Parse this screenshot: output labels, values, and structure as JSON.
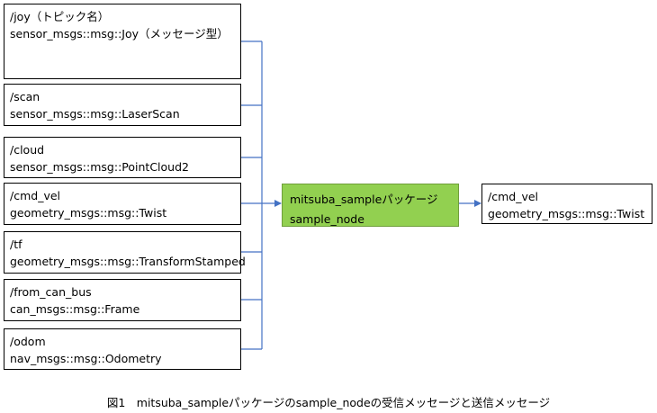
{
  "inputs": [
    {
      "topic": "/joy（トピック名）",
      "type": "sensor_msgs::msg::Joy（メッセージ型）"
    },
    {
      "topic": "/scan",
      "type": "sensor_msgs::msg::LaserScan"
    },
    {
      "topic": "/cloud",
      "type": "sensor_msgs::msg::PointCloud2"
    },
    {
      "topic": "/cmd_vel",
      "type": "geometry_msgs::msg::Twist"
    },
    {
      "topic": "/tf",
      "type": "geometry_msgs::msg::TransformStamped"
    },
    {
      "topic": "/from_can_bus",
      "type": "can_msgs::msg::Frame"
    },
    {
      "topic": "/odom",
      "type": "nav_msgs::msg::Odometry"
    }
  ],
  "node": {
    "package": "mitsuba_sampleパッケージ",
    "name": "sample_node",
    "fill_color": "#92d050"
  },
  "output": {
    "topic": "/cmd_vel",
    "type": "geometry_msgs::msg::Twist"
  },
  "caption": "図1　mitsuba_sampleパッケージのsample_nodeの受信メッセージと送信メッセージ",
  "connector_color": "#4472c4"
}
